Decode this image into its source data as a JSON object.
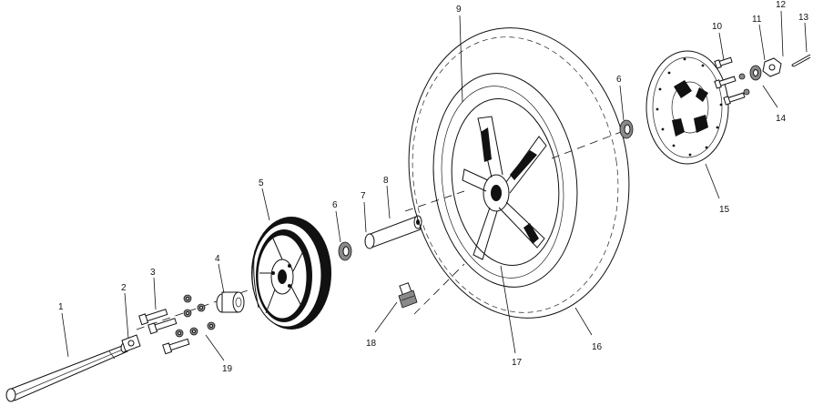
{
  "callouts": [
    {
      "id": "1",
      "label": "1"
    },
    {
      "id": "2",
      "label": "2"
    },
    {
      "id": "3",
      "label": "3"
    },
    {
      "id": "4",
      "label": "4"
    },
    {
      "id": "5",
      "label": "5"
    },
    {
      "id": "6a",
      "label": "6"
    },
    {
      "id": "7",
      "label": "7"
    },
    {
      "id": "8",
      "label": "8"
    },
    {
      "id": "9",
      "label": "9"
    },
    {
      "id": "6b",
      "label": "6"
    },
    {
      "id": "10",
      "label": "10"
    },
    {
      "id": "11",
      "label": "11"
    },
    {
      "id": "12",
      "label": "12"
    },
    {
      "id": "13",
      "label": "13"
    },
    {
      "id": "14",
      "label": "14"
    },
    {
      "id": "15",
      "label": "15"
    },
    {
      "id": "16",
      "label": "16"
    },
    {
      "id": "17",
      "label": "17"
    },
    {
      "id": "18",
      "label": "18"
    },
    {
      "id": "19",
      "label": "19"
    }
  ]
}
